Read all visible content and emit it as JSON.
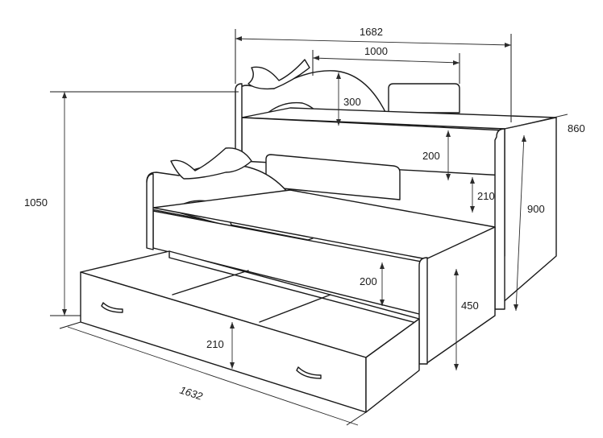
{
  "dimensions": {
    "total_length": "1682",
    "back_panel_width": "1000",
    "headboard_height": "300",
    "total_height": "1050",
    "upper_depth": "860",
    "upper_rail_height": "200",
    "upper_side_height": "900",
    "gap_height": "210",
    "lower_rail_height": "200",
    "lower_side_height": "450",
    "drawer_height": "210",
    "drawer_length": "1632"
  }
}
